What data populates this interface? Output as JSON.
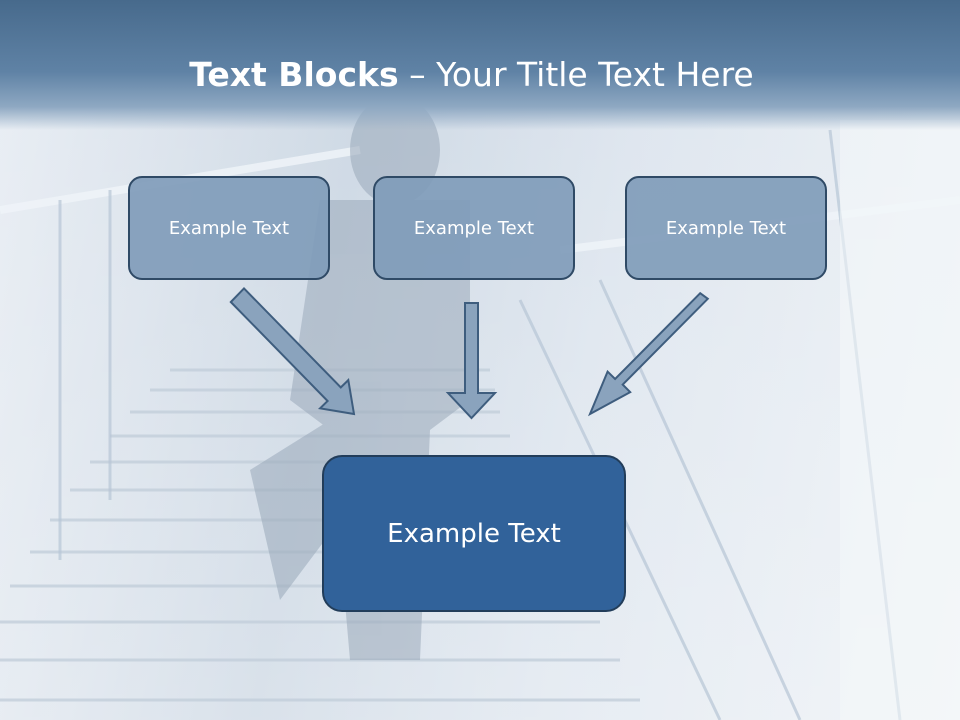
{
  "slide": {
    "title_bold": "Text Blocks",
    "title_sep": " – ",
    "title_rest": "Your Title Text Here"
  },
  "blocks": {
    "left": "Example Text",
    "center": "Example Text",
    "right": "Example Text",
    "main": "Example Text"
  },
  "colors": {
    "title_bar": "#5f82a5",
    "small_block": "#809cba",
    "main_block": "#31629a",
    "border": "#2f4a66",
    "arrow_fill": "#8aa3bd",
    "arrow_stroke": "#3e5d7e"
  }
}
